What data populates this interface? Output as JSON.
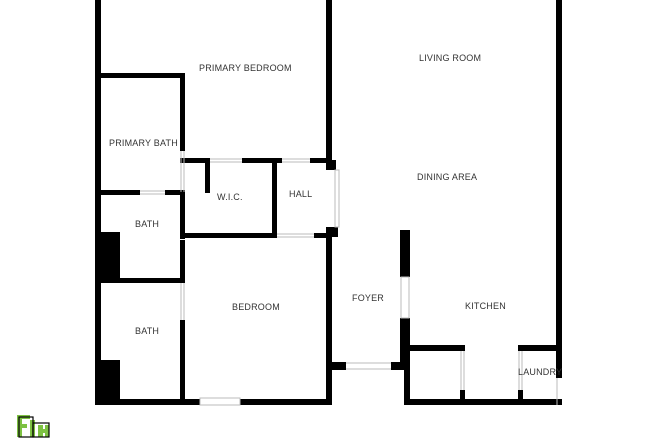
{
  "rooms": {
    "primary_bedroom": "PRIMARY BEDROOM",
    "living_room": "LIVING ROOM",
    "primary_bath": "PRIMARY BATH",
    "dining_area": "DINING AREA",
    "wic": "W.I.C.",
    "hall": "HALL",
    "bath_upper": "BATH",
    "bedroom": "BEDROOM",
    "foyer": "FOYER",
    "kitchen": "KITCHEN",
    "bath_lower": "BATH",
    "laundry": "LAUNDRY"
  },
  "logo": {
    "text": "FPH"
  },
  "colors": {
    "wall": "#000000",
    "background": "#ffffff",
    "label": "#333333",
    "logo_green": "#7dc142"
  }
}
